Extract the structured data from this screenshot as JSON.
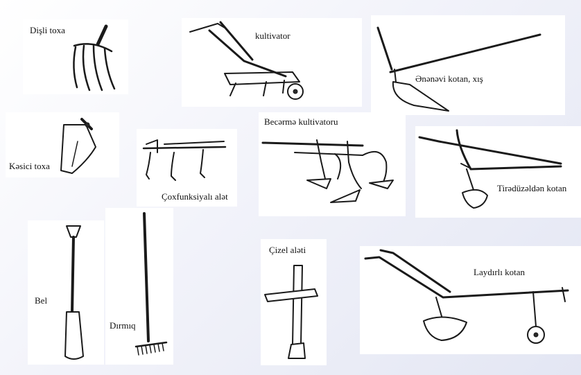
{
  "tools": [
    {
      "id": "disli-toxa",
      "label": "Dişli toxa",
      "icon": "fork-icon"
    },
    {
      "id": "kultivator",
      "label": "kultivator",
      "icon": "cultivator-icon"
    },
    {
      "id": "enenevi-kotan",
      "label": "Ənənəvi kotan, xış",
      "icon": "ard-plough-icon"
    },
    {
      "id": "kesici-toxa",
      "label": "Kəsici toxa",
      "icon": "hoe-icon"
    },
    {
      "id": "coxfunksiyali",
      "label": "Çoxfunksiyalı alət",
      "icon": "multi-tool-icon"
    },
    {
      "id": "becerme",
      "label": "Becərmə kultivatoru",
      "icon": "tillage-cultivator-icon"
    },
    {
      "id": "tiraduzelden",
      "label": "Tirədüzəldən kotan",
      "icon": "beam-plough-icon"
    },
    {
      "id": "bel",
      "label": "Bel",
      "icon": "spade-icon"
    },
    {
      "id": "dirmiq",
      "label": "Dırmıq",
      "icon": "rake-icon"
    },
    {
      "id": "cizel",
      "label": "Çizel aləti",
      "icon": "chisel-icon"
    },
    {
      "id": "laydirli",
      "label": "Laydırlı kotan",
      "icon": "mouldboard-plough-icon"
    }
  ],
  "colors": {
    "background_start": "#ffffff",
    "background_end": "#e3e6f3",
    "ink": "#1a1a1a"
  }
}
